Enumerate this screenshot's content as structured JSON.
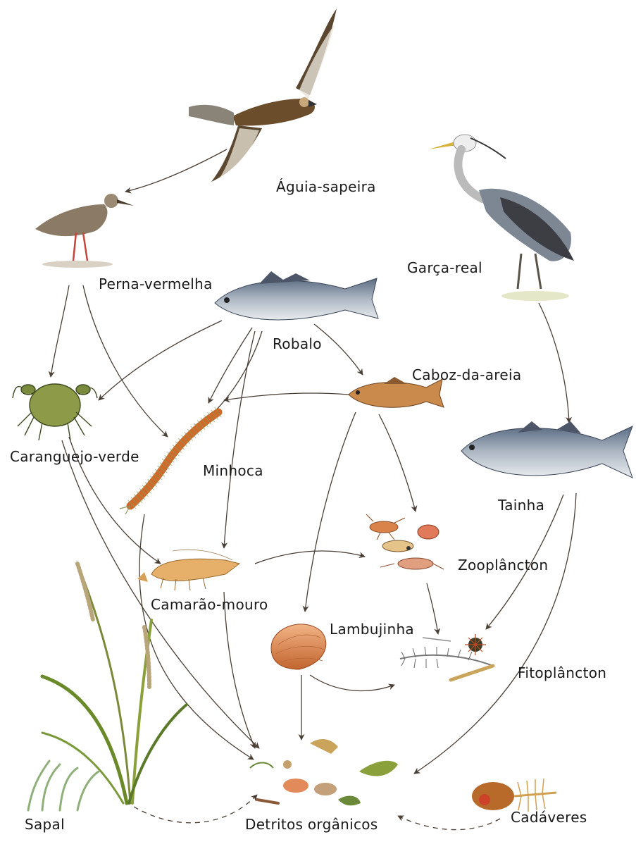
{
  "diagram": {
    "labels": {
      "aguia": "Águia-sapeira",
      "garca": "Garça-real",
      "perna": "Perna-vermelha",
      "robalo": "Robalo",
      "caboz": "Caboz-da-areia",
      "caranguejo": "Caranguejo-verde",
      "minhoca": "Minhoca",
      "tainha": "Tainha",
      "zooplancton": "Zooplâncton",
      "camarao": "Camarão-mouro",
      "lambujinha": "Lambujinha",
      "fitoplancton": "Fitoplâncton",
      "sapal": "Sapal",
      "detritos": "Detritos orgânicos",
      "cadaveres": "Cadáveres"
    },
    "colors": {
      "arrow": "#4a3f35",
      "text": "#1a1a1a"
    }
  }
}
